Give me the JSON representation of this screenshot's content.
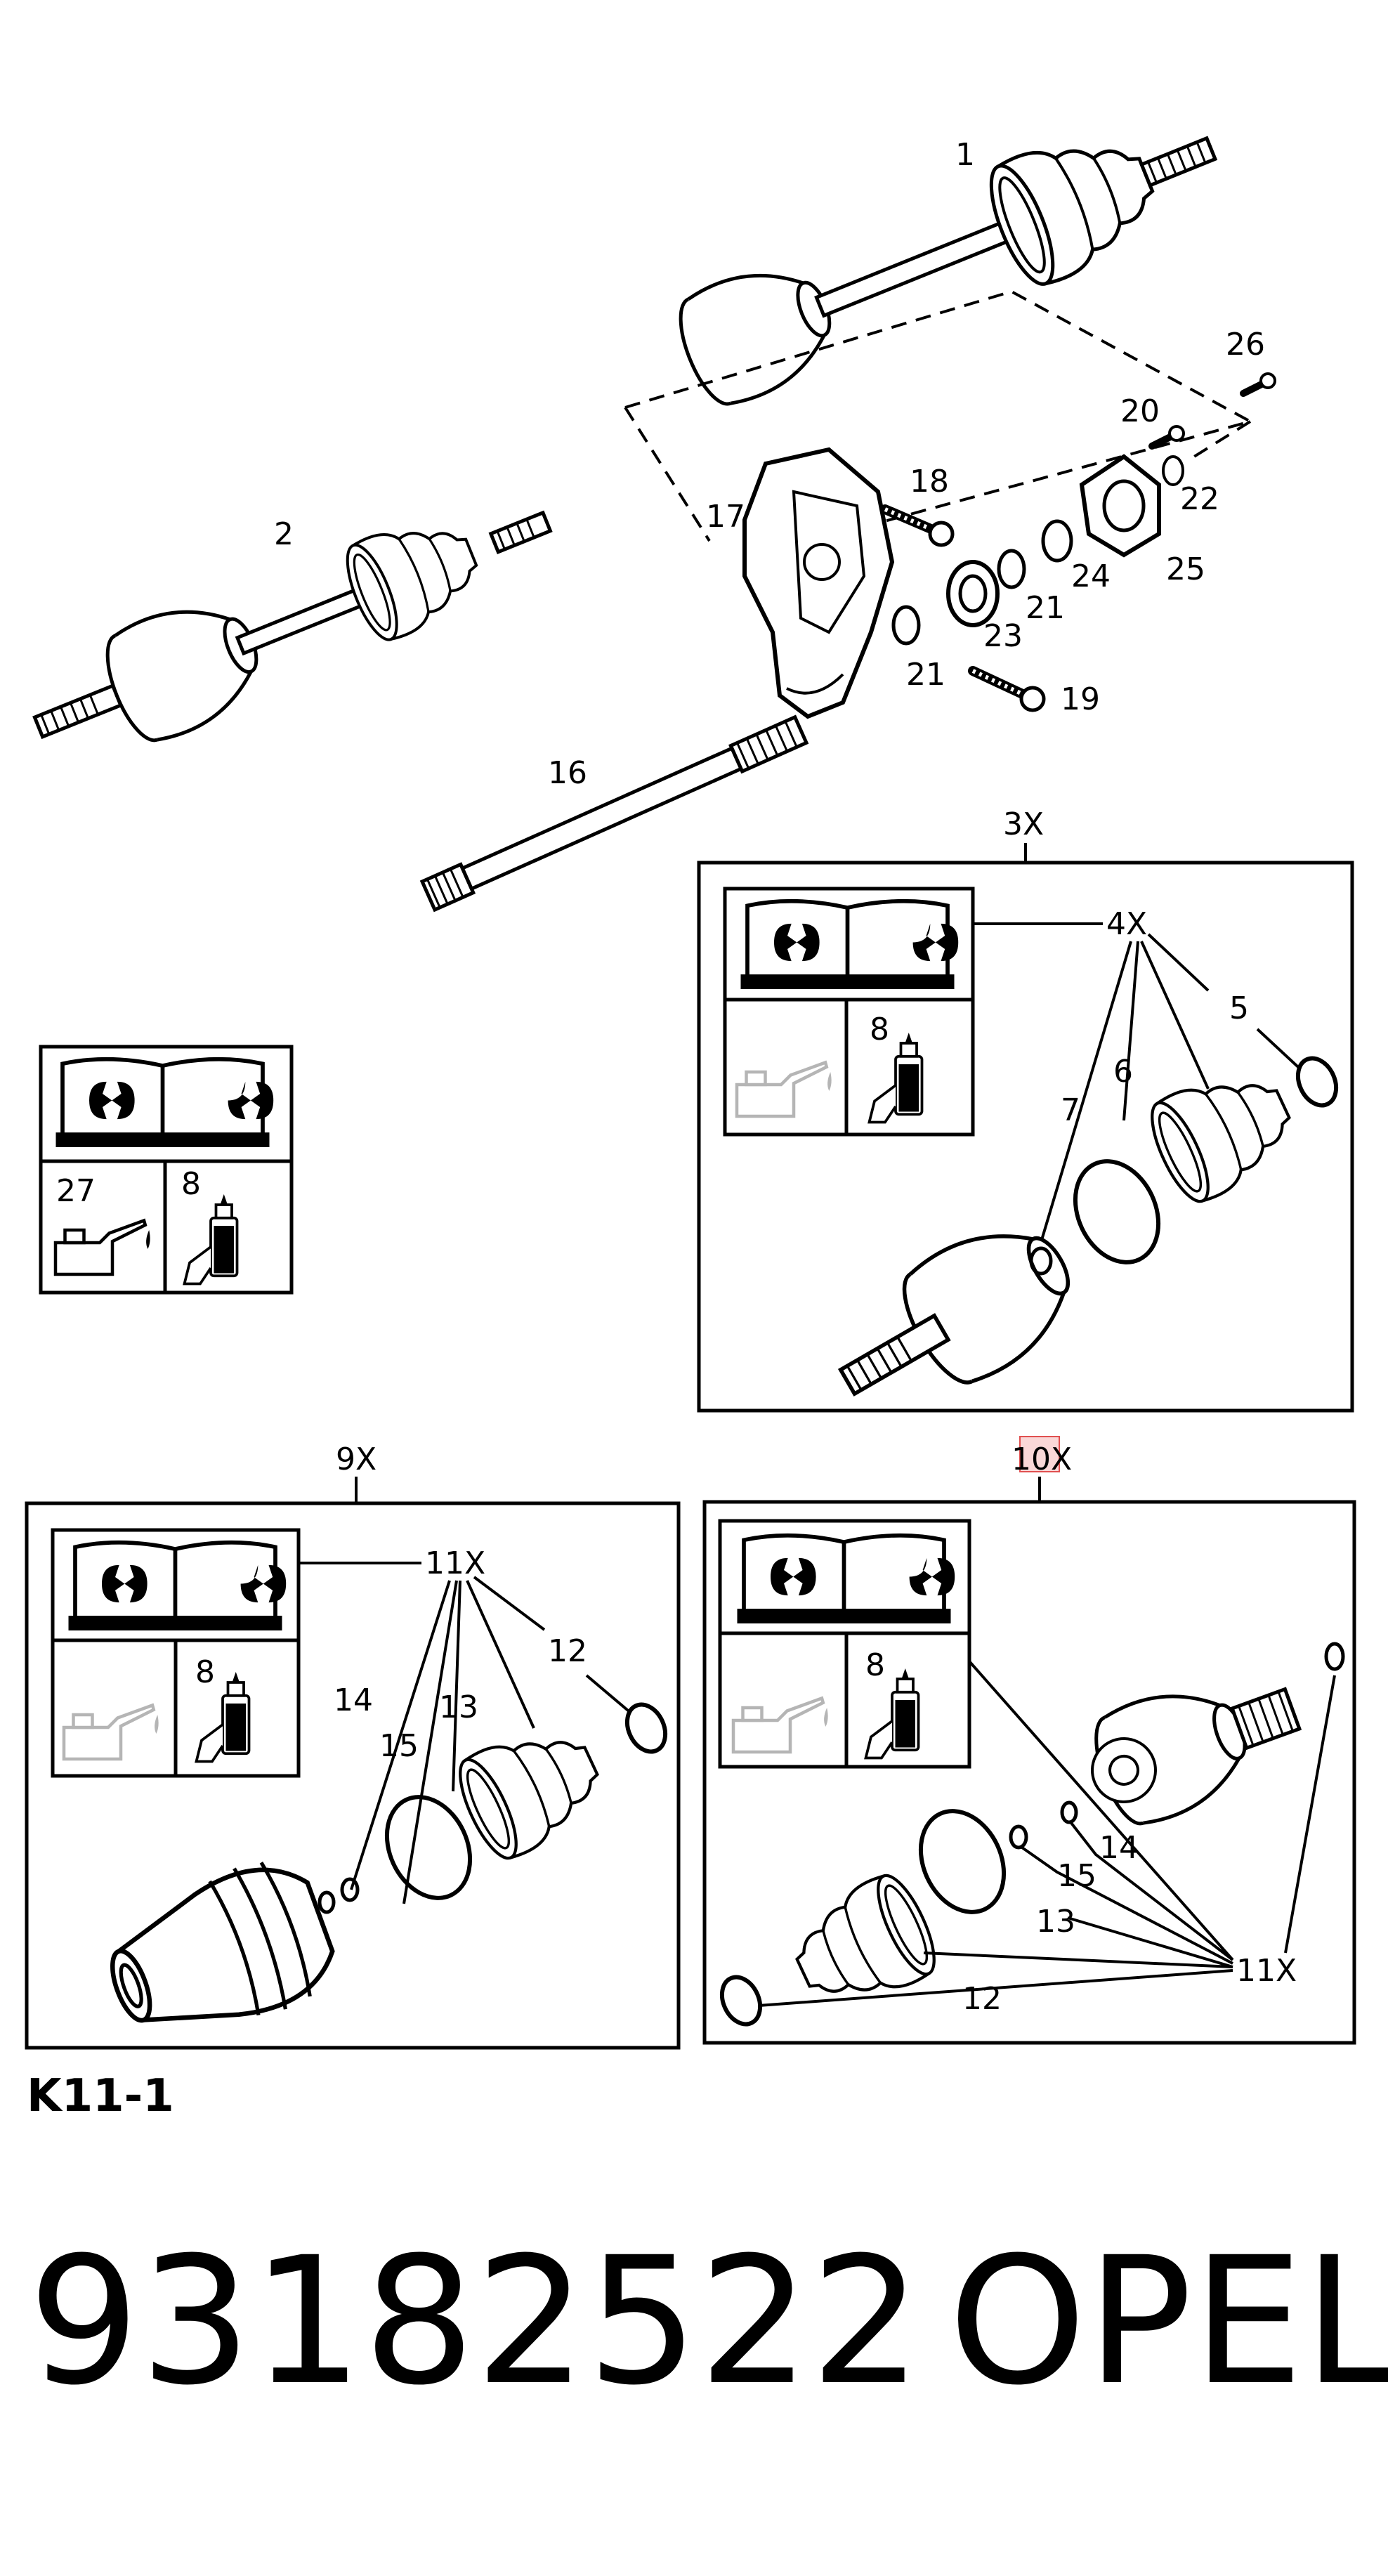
{
  "labels": {
    "p1": "1",
    "p2": "2",
    "p16": "16",
    "p17": "17",
    "p18": "18",
    "p19": "19",
    "p20": "20",
    "p21a": "21",
    "p21b": "21",
    "p22": "22",
    "p23": "23",
    "p24": "24",
    "p25": "25",
    "p26": "26"
  },
  "kit3": {
    "title": "3X",
    "kit_label": "4X",
    "grease": "8",
    "p5": "5",
    "p6": "6",
    "p7": "7"
  },
  "panel_left": {
    "oil": "27",
    "grease": "8"
  },
  "kit9": {
    "title": "9X",
    "kit_label": "11X",
    "grease": "8",
    "p12": "12",
    "p13": "13",
    "p14": "14",
    "p15": "15"
  },
  "kit10": {
    "title": "10X",
    "kit_label": "11X",
    "grease": "8",
    "p12": "12",
    "p13": "13",
    "p14": "14",
    "p15": "15"
  },
  "figure_ref": "K11-1",
  "part_number": "93182522",
  "brand": "OPEL",
  "colors": {
    "line": "#000000",
    "highlight_fill": "#f9d7d7",
    "highlight_stroke": "#e05050",
    "muted": "#b5b5b5"
  }
}
